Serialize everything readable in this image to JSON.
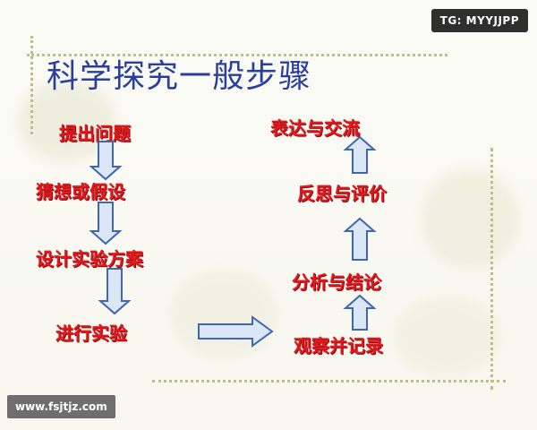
{
  "title": "科学探究一般步骤",
  "left_steps": [
    "提出问题",
    "猜想或假设",
    "设计实验方案",
    "进行实验"
  ],
  "right_steps": [
    "观察并记录",
    "分析与结论",
    "反思与评价",
    "表达与交流"
  ],
  "watermarks": {
    "top_right": "TG: MYYJJPP",
    "bottom_left": "www.fsjtjz.com"
  },
  "colors": {
    "title": "#2a3f9c",
    "step_text": "#e2181e",
    "arrow_fill": "#dbe6f7",
    "arrow_stroke": "#3f67b0",
    "border": "#b9c08a"
  }
}
